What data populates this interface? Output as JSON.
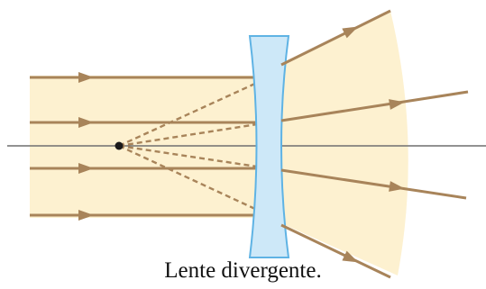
{
  "caption": "Lente divergente.",
  "colors": {
    "background": "#ffffff",
    "beam_fill": "#fdf1d0",
    "ray": "#a8845a",
    "axis": "#6f6f6f",
    "lens_fill": "#cde8f8",
    "lens_stroke": "#5fb3e4",
    "focal_point": "#1a1a1a"
  },
  "diagram": {
    "incoming_rays": 4,
    "outgoing_rays": 4,
    "virtual_extensions": "dashed",
    "focal_point_marked": true
  }
}
